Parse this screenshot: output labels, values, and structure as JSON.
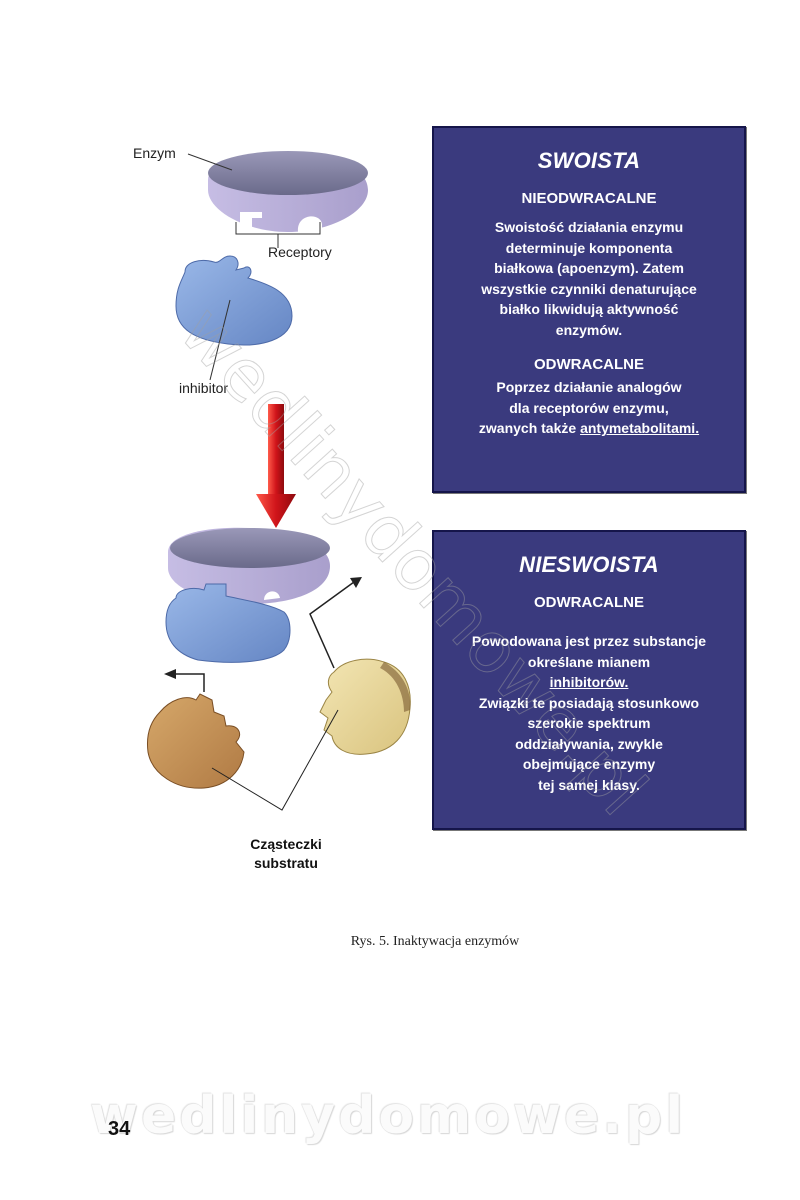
{
  "diagram": {
    "enzyme_label": "Enzym",
    "receptors_label": "Receptory",
    "inhibitor_label": "inhibitor",
    "substrate_label_line1": "Cząsteczki",
    "substrate_label_line2": "substratu",
    "colors": {
      "enzyme": "#b3a8d6",
      "inhibitor": "#7c9fd6",
      "substrate_brown": "#c99a5e",
      "substrate_light": "#eadca0",
      "arrow_red": "#d0141a"
    }
  },
  "box_specific": {
    "title": "SWOISTA",
    "section1_heading": "NIEODWRACALNE",
    "section1_lines": [
      "Swoistość działania enzymu",
      "determinuje komponenta",
      "białkowa (apoenzym). Zatem",
      "wszystkie czynniki denaturujące",
      "białko likwidują aktywność",
      "enzymów."
    ],
    "section2_heading": "ODWRACALNE",
    "section2_lines": [
      "Poprzez działanie analogów",
      "dla receptorów enzymu,"
    ],
    "section2_last_prefix": "zwanych także ",
    "section2_last_link": "antymetabolitami."
  },
  "box_nonspecific": {
    "title": "NIESWOISTA",
    "heading": "ODWRACALNE",
    "lines_before": [
      "Powodowana jest przez substancje",
      "określane mianem"
    ],
    "link": "inhibitorów.",
    "lines_after": [
      "Związki te posiadają stosunkowo",
      "szerokie spektrum",
      "oddziaływania, zwykle",
      "obejmujące enzymy",
      "tej samej klasy."
    ],
    "colors": {
      "box_bg": "#3a3a7e",
      "text": "#ffffff"
    }
  },
  "caption": "Rys. 5. Inaktywacja enzymów",
  "page_number": "34",
  "watermark": "wedlinydomowe.pl"
}
